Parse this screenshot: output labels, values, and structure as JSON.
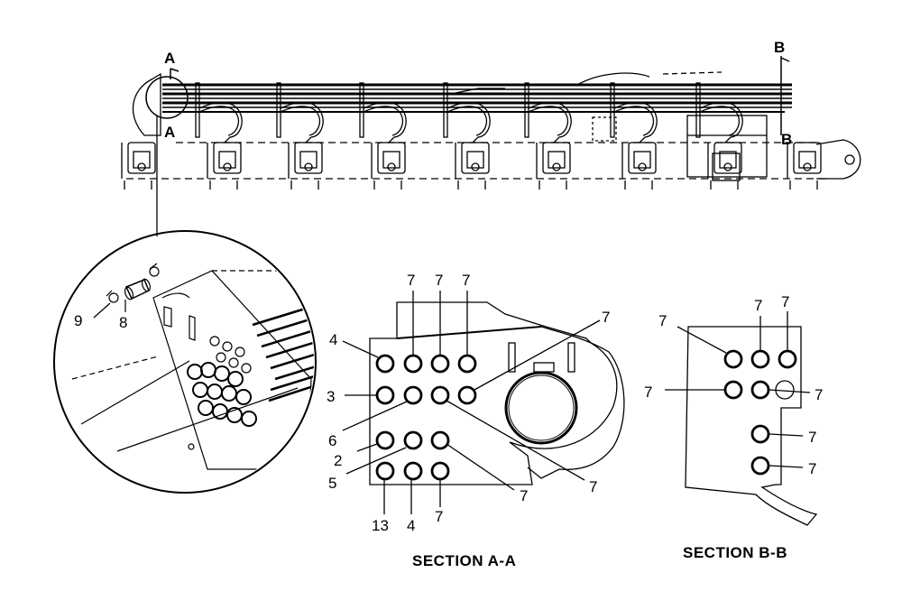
{
  "sections": {
    "a": {
      "title": "SECTION A-A",
      "labels": [
        "7",
        "7",
        "7",
        "7",
        "4",
        "3",
        "6",
        "2",
        "5",
        "13",
        "4",
        "7",
        "7",
        "7"
      ]
    },
    "b": {
      "title": "SECTION B-B",
      "labels": [
        "7",
        "7",
        "7",
        "7",
        "7",
        "7",
        "7"
      ]
    }
  },
  "detail": {
    "labels": [
      "9",
      "8"
    ]
  },
  "markers": {
    "a_top": "A",
    "a_bottom": "A",
    "b_top": "B",
    "b_bottom": "B"
  }
}
